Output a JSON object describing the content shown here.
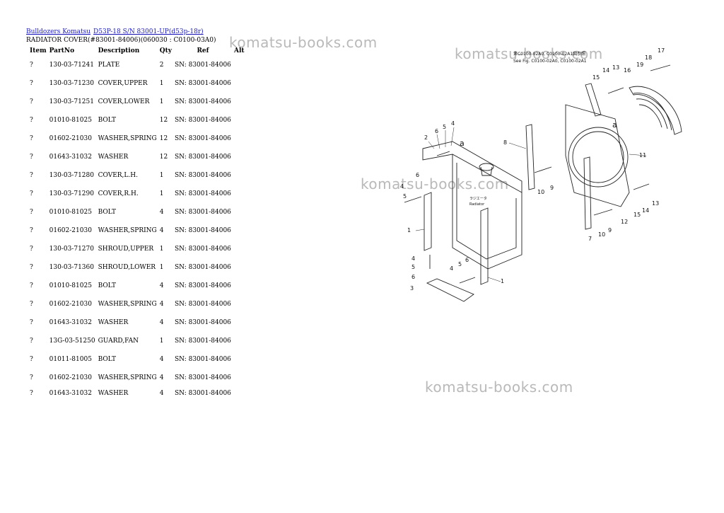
{
  "breadcrumb": {
    "link1": "Bulldozers Komatsu",
    "link2": "D53P-18 S/N 83001-UP(d53p-18r)"
  },
  "page_title": "RADIATOR COVER(#83001-84006)(060030 : C0100-03A0)",
  "table": {
    "headers": [
      "Item",
      "PartNo",
      "Description",
      "Qty",
      "Ref",
      "Alt"
    ],
    "rows": [
      {
        "item": "?",
        "part": "130-03-71241",
        "desc": "PLATE",
        "qty": "2",
        "ref": "SN: 83001-84006",
        "alt": ""
      },
      {
        "item": "?",
        "part": "130-03-71230",
        "desc": "COVER,UPPER",
        "qty": "1",
        "ref": "SN: 83001-84006",
        "alt": ""
      },
      {
        "item": "?",
        "part": "130-03-71251",
        "desc": "COVER,LOWER",
        "qty": "1",
        "ref": "SN: 83001-84006",
        "alt": ""
      },
      {
        "item": "?",
        "part": "01010-81025",
        "desc": "BOLT",
        "qty": "12",
        "ref": "SN: 83001-84006",
        "alt": ""
      },
      {
        "item": "?",
        "part": "01602-21030",
        "desc": "WASHER,SPRING",
        "qty": "12",
        "ref": "SN: 83001-84006",
        "alt": ""
      },
      {
        "item": "?",
        "part": "01643-31032",
        "desc": "WASHER",
        "qty": "12",
        "ref": "SN: 83001-84006",
        "alt": ""
      },
      {
        "item": "?",
        "part": "130-03-71280",
        "desc": "COVER,L.H.",
        "qty": "1",
        "ref": "SN: 83001-84006",
        "alt": ""
      },
      {
        "item": "?",
        "part": "130-03-71290",
        "desc": "COVER,R.H.",
        "qty": "1",
        "ref": "SN: 83001-84006",
        "alt": ""
      },
      {
        "item": "?",
        "part": "01010-81025",
        "desc": "BOLT",
        "qty": "4",
        "ref": "SN: 83001-84006",
        "alt": ""
      },
      {
        "item": "?",
        "part": "01602-21030",
        "desc": "WASHER,SPRING",
        "qty": "4",
        "ref": "SN: 83001-84006",
        "alt": ""
      },
      {
        "item": "?",
        "part": "130-03-71270",
        "desc": "SHROUD,UPPER",
        "qty": "1",
        "ref": "SN: 83001-84006",
        "alt": ""
      },
      {
        "item": "?",
        "part": "130-03-71360",
        "desc": "SHROUD,LOWER",
        "qty": "1",
        "ref": "SN: 83001-84006",
        "alt": ""
      },
      {
        "item": "?",
        "part": "01010-81025",
        "desc": "BOLT",
        "qty": "4",
        "ref": "SN: 83001-84006",
        "alt": ""
      },
      {
        "item": "?",
        "part": "01602-21030",
        "desc": "WASHER,SPRING",
        "qty": "4",
        "ref": "SN: 83001-84006",
        "alt": ""
      },
      {
        "item": "?",
        "part": "01643-31032",
        "desc": "WASHER",
        "qty": "4",
        "ref": "SN: 83001-84006",
        "alt": ""
      },
      {
        "item": "?",
        "part": "13G-03-51250",
        "desc": "GUARD,FAN",
        "qty": "1",
        "ref": "SN: 83001-84006",
        "alt": ""
      },
      {
        "item": "?",
        "part": "01011-81005",
        "desc": "BOLT",
        "qty": "4",
        "ref": "SN: 83001-84006",
        "alt": ""
      },
      {
        "item": "?",
        "part": "01602-21030",
        "desc": "WASHER,SPRING",
        "qty": "4",
        "ref": "SN: 83001-84006",
        "alt": ""
      },
      {
        "item": "?",
        "part": "01643-31032",
        "desc": "WASHER",
        "qty": "4",
        "ref": "SN: 83001-84006",
        "alt": ""
      }
    ]
  },
  "watermark": "komatsu-books.com",
  "diagram": {
    "callouts": [
      "1",
      "2",
      "3",
      "4",
      "5",
      "6",
      "7",
      "8",
      "9",
      "10",
      "11",
      "12",
      "13",
      "14",
      "15",
      "16",
      "17",
      "18",
      "19"
    ],
    "ref_note_1": "第C0100-02A0, C0100-02A1図参照",
    "ref_note_2": "See Fig. C0100-02A0, C0100-02A1",
    "marker_a": "a",
    "radiator_jp": "ラジエータ",
    "radiator_en": "Radiator"
  }
}
